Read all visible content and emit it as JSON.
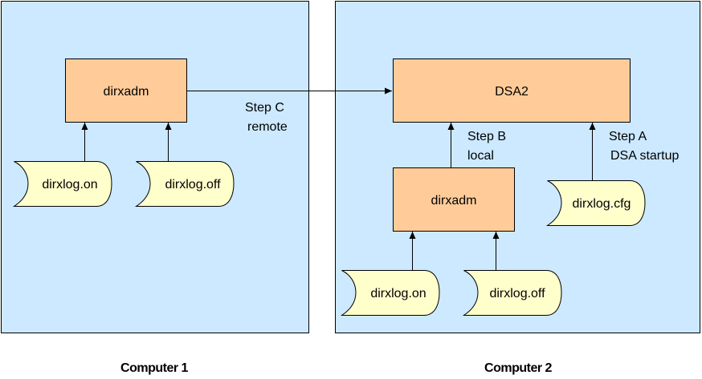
{
  "colors": {
    "computer_fill": "#cce9ff",
    "process_fill": "#ffcc99",
    "file_fill": "#ffffcc",
    "stroke": "#000000"
  },
  "computers": [
    {
      "id": "computer1",
      "caption": "Computer 1"
    },
    {
      "id": "computer2",
      "caption": "Computer 2"
    }
  ],
  "processes": {
    "c1_dirxadm": "dirxadm",
    "c2_dsa": "DSA2",
    "c2_dirxadm": "dirxadm"
  },
  "files": {
    "c1_on": "dirxlog.on",
    "c1_off": "dirxlog.off",
    "c2_cfg": "dirxlog.cfg",
    "c2_on": "dirxlog.on",
    "c2_off": "dirxlog.off"
  },
  "steps": {
    "c": {
      "title": "Step C",
      "desc": "remote"
    },
    "b": {
      "title": "Step B",
      "desc": "local"
    },
    "a": {
      "title": "Step A",
      "desc": "DSA startup"
    }
  }
}
